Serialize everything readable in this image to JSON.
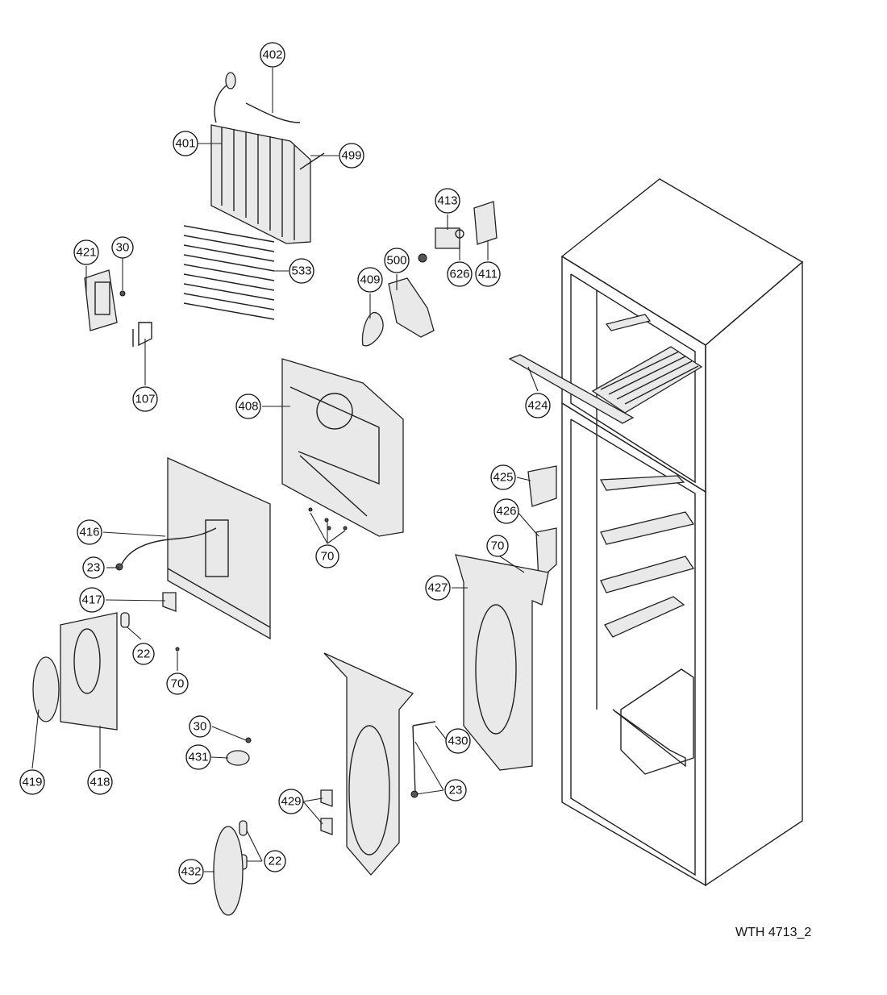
{
  "diagram": {
    "callouts": {
      "c402": "402",
      "c401": "401",
      "c499": "499",
      "c533": "533",
      "c421": "421",
      "c30a": "30",
      "c107": "107",
      "c413": "413",
      "c626": "626",
      "c411": "411",
      "c409": "409",
      "c500": "500",
      "c408": "408",
      "c70a": "70",
      "c424": "424",
      "c416": "416",
      "c23a": "23",
      "c417": "417",
      "c22a": "22",
      "c70b": "70",
      "c418": "418",
      "c419": "419",
      "c425": "425",
      "c426": "426",
      "c70c": "70",
      "c427": "427",
      "c30b": "30",
      "c431": "431",
      "c430": "430",
      "c23b": "23",
      "c429": "429",
      "c22b": "22",
      "c432": "432"
    },
    "drawing_code": "WTH 4713_2"
  }
}
